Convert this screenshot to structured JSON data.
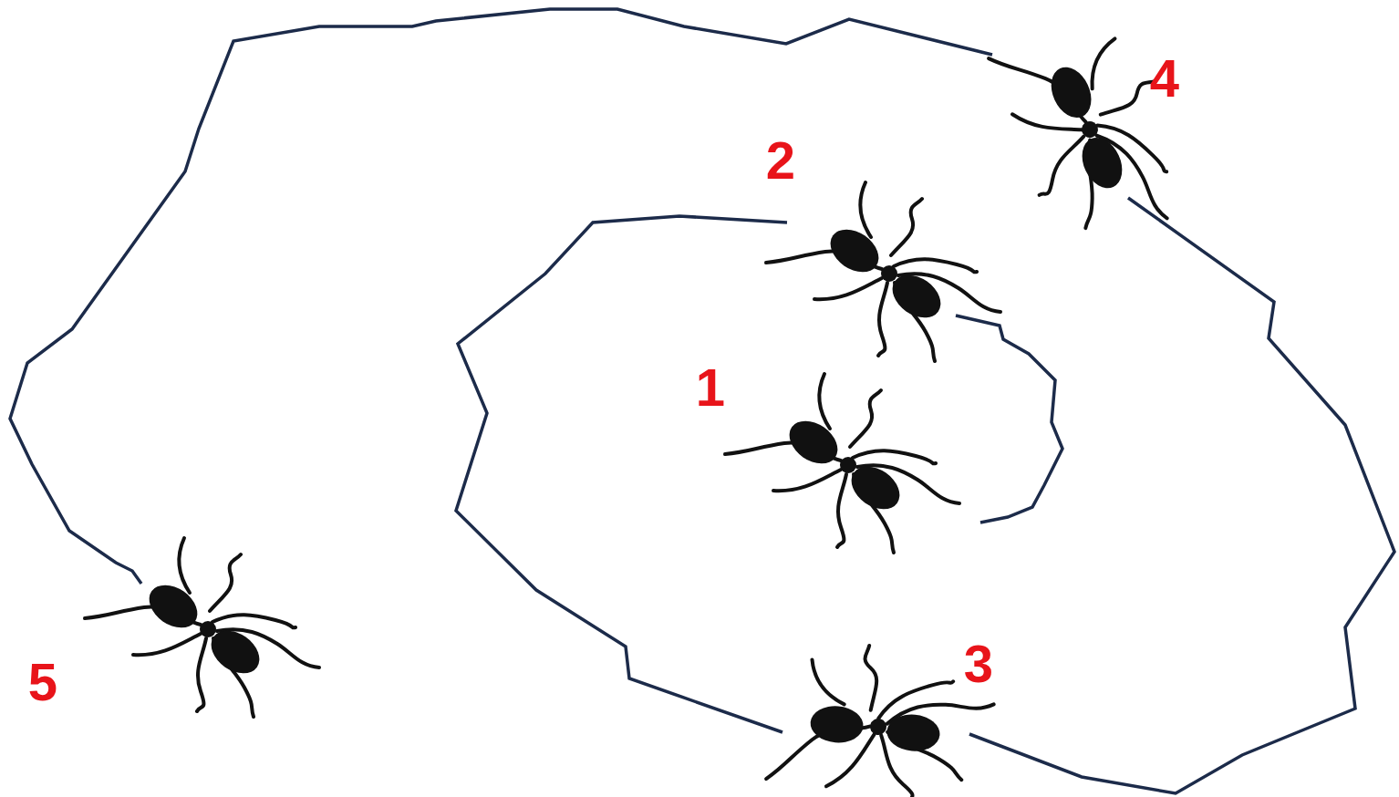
{
  "diagram": {
    "labels": [
      "4",
      "2",
      "1",
      "3",
      "5"
    ]
  }
}
